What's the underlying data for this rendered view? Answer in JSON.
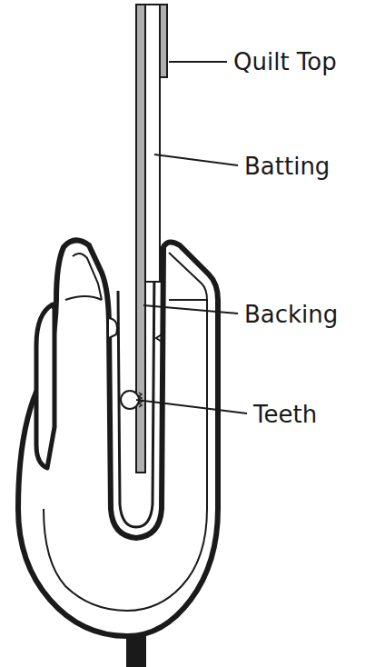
{
  "diagram": {
    "labels": [
      "Quilt Top",
      "Batting",
      "Backing",
      "Teeth"
    ]
  }
}
